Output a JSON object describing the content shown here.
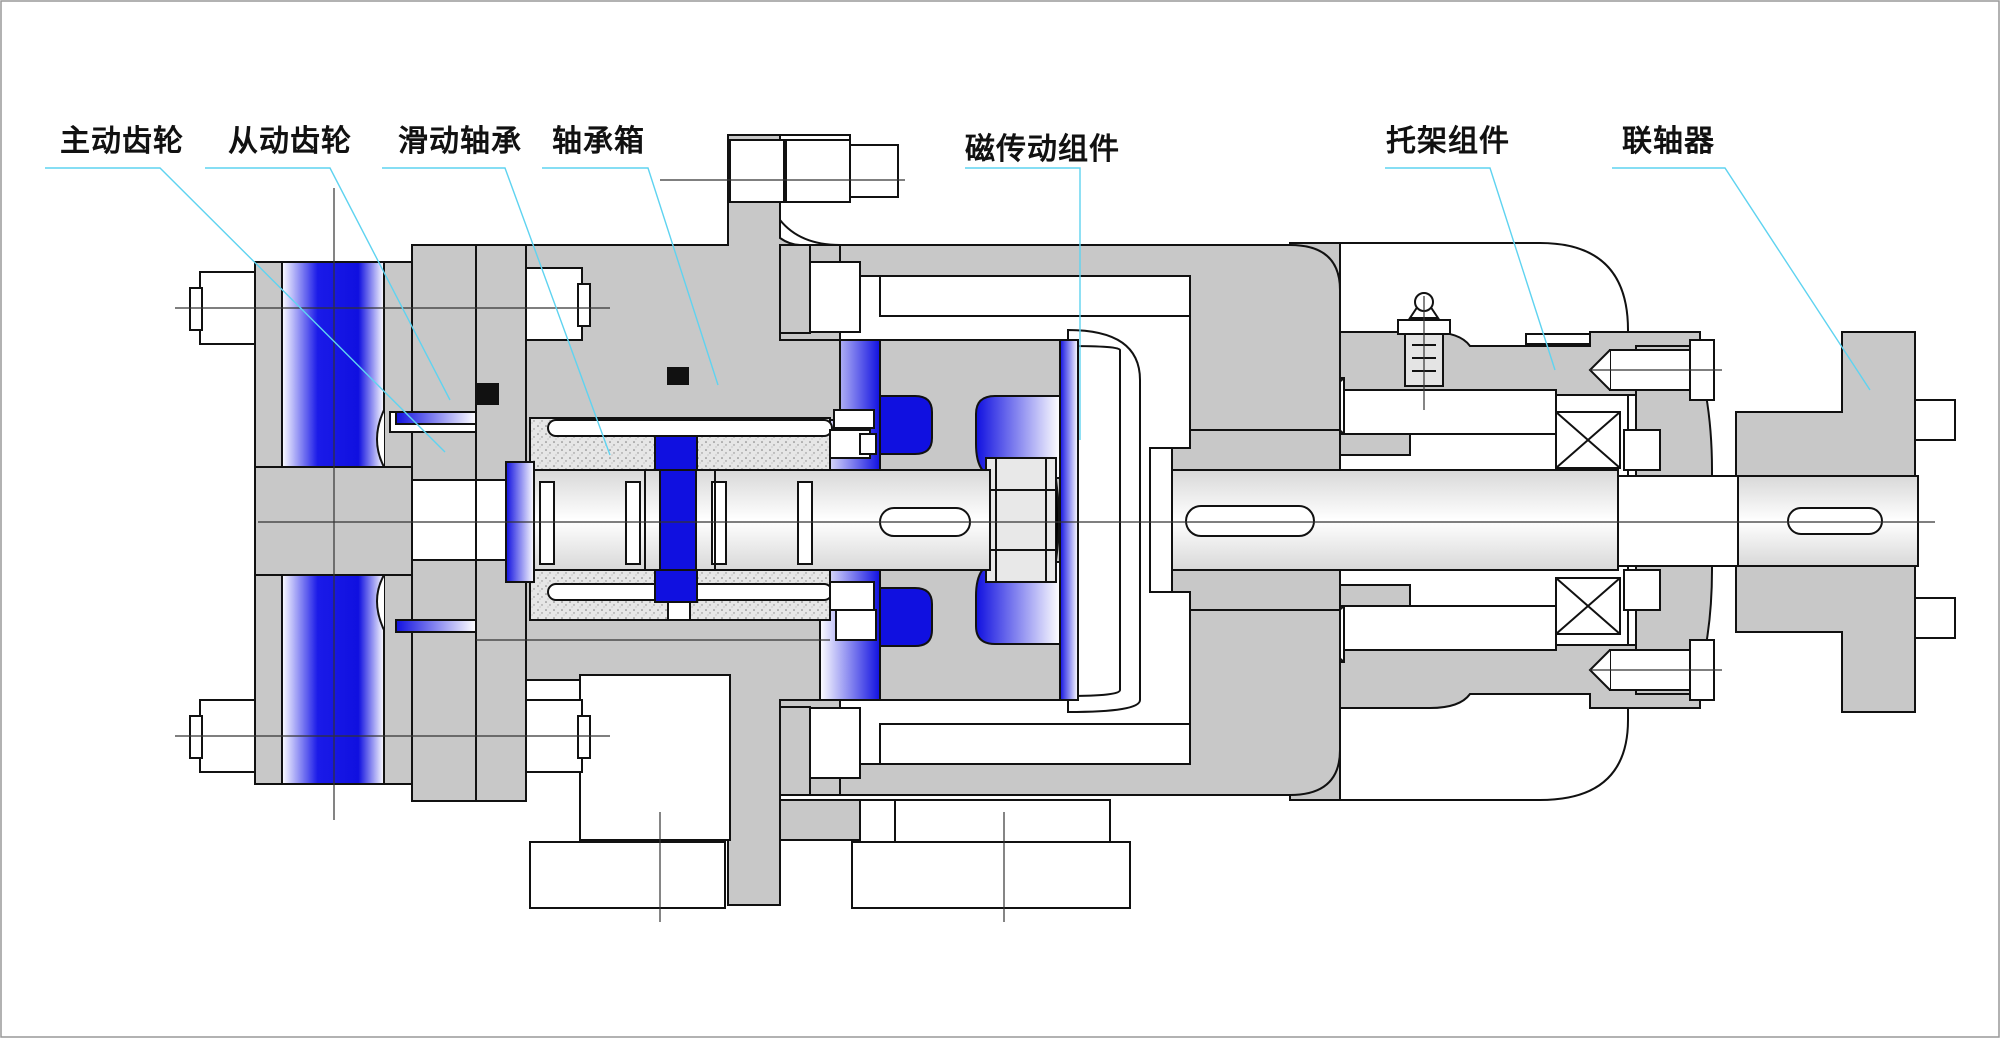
{
  "labels": {
    "drive_gear": "主动齿轮",
    "driven_gear": "从动齿轮",
    "sliding_bearing": "滑动轴承",
    "bearing_box": "轴承箱",
    "magnetic_drive": "磁传动组件",
    "bracket": "托架组件",
    "coupling": "联轴器"
  },
  "colors": {
    "metal": "#c8c8c8",
    "metal_light": "#e4e4e4",
    "magnet": "#1414e6",
    "leader": "#5fd3f0",
    "outline": "#111111",
    "centerline": "#333333"
  }
}
